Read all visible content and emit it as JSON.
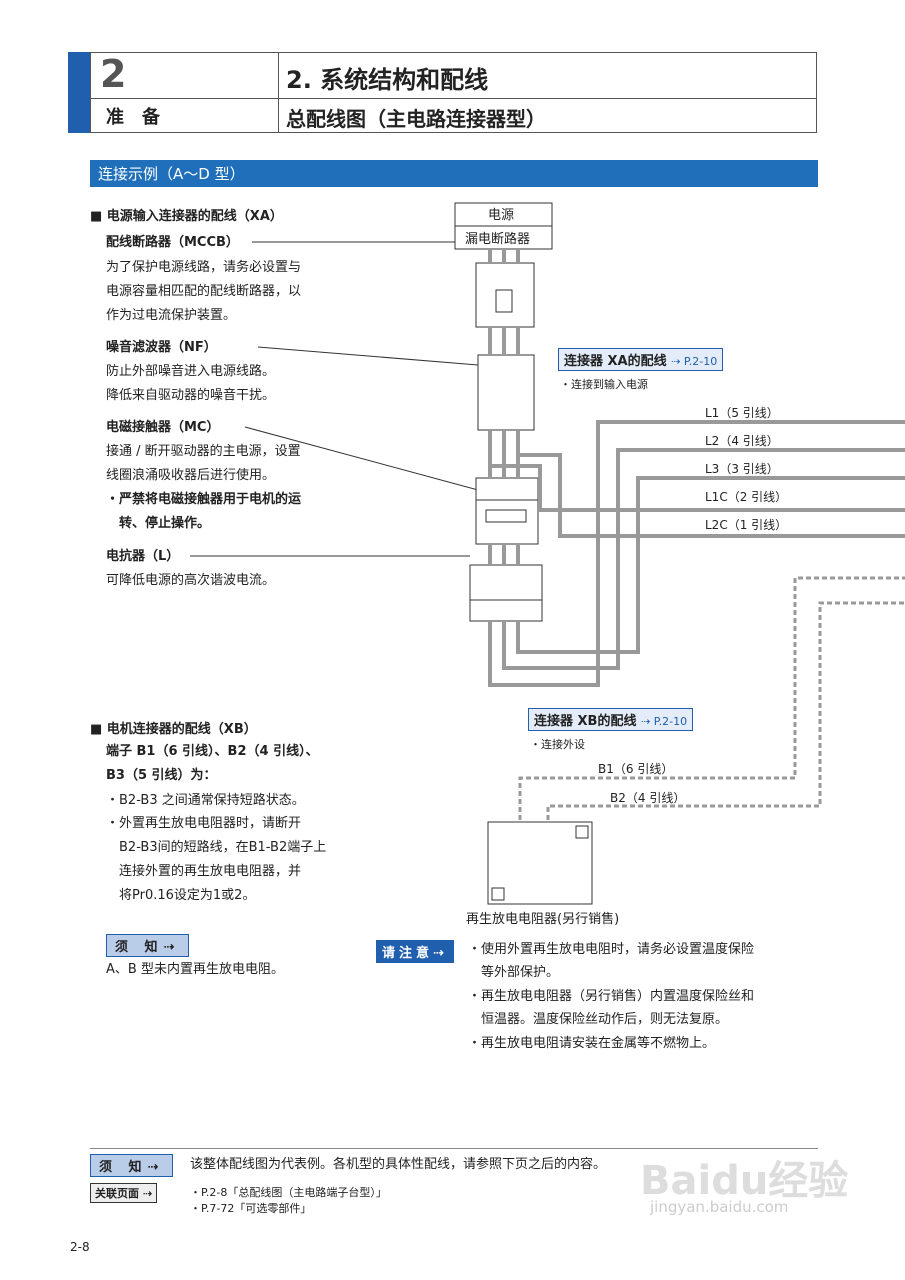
{
  "header": {
    "chapter_num": "2",
    "chapter_name": "准备",
    "section_title": "2. 系统结构和配线",
    "section_subtitle": "总配线图（主电路连接器型）"
  },
  "band_title": "连接示例（A～D 型）",
  "xa": {
    "heading": "■ 电源输入连接器的配线（XA）",
    "mccb_title": "配线断路器（MCCB）",
    "mccb_lines": [
      "为了保护电源线路，请务必设置与",
      "电源容量相匹配的配线断路器，以",
      "作为过电流保护装置。"
    ],
    "nf_title": "噪音滤波器（NF）",
    "nf_lines": [
      "防止外部噪音进入电源线路。",
      "降低来自驱动器的噪音干扰。"
    ],
    "mc_title": "电磁接触器（MC）",
    "mc_lines": [
      "接通 / 断开驱动器的主电源，设置",
      "线圈浪涌吸收器后进行使用。"
    ],
    "mc_warn": [
      "・严禁将电磁接触器用于电机的运",
      "　转、停止操作。"
    ],
    "l_title": "电抗器（L）",
    "l_lines": [
      "可降低电源的高次谐波电流。"
    ]
  },
  "power": {
    "line1": "电源",
    "line2": "漏电断路器"
  },
  "xa_tag": {
    "label": "连接器 XA的配线",
    "ref": "P.2-10",
    "note": "・连接到输入电源"
  },
  "wires": [
    "L1（5 引线）",
    "L2（4 引线）",
    "L3（3 引线）",
    "L1C（2 引线）",
    "L2C（1 引线）"
  ],
  "xb": {
    "heading": "■ 电机连接器的配线（XB）",
    "line1": "端子 B1（6 引线）、B2（4 引线）、",
    "line2": "B3（5 引线）为：",
    "bullets": [
      "・B2-B3 之间通常保持短路状态。",
      "・外置再生放电电阻器时，请断开",
      "　B2-B3间的短路线，在B1-B2端子上",
      "　连接外置的再生放电电阻器，并",
      "　将Pr0.16设定为1或2。"
    ]
  },
  "xb_tag": {
    "label": "连接器 XB的配线",
    "ref": "P.2-10",
    "note": "・连接外设"
  },
  "b_wires": [
    "B1（6 引线）",
    "B2（4 引线）"
  ],
  "resistor_label": "再生放电电阻器(另行销售)",
  "notice1": {
    "btn": "须 知",
    "text": "A、B 型未内置再生放电电阻。"
  },
  "caution": {
    "btn": "请注意",
    "lines": [
      "・使用外置再生放电电阻时，请务必设置温度保险",
      "　等外部保护。",
      "・再生放电电阻器（另行销售）内置温度保险丝和",
      "　恒温器。温度保险丝动作后，则无法复原。",
      "・再生放电电阻请安装在金属等不燃物上。"
    ]
  },
  "footer": {
    "notice_btn": "须 知",
    "notice_text": "该整体配线图为代表例。各机型的具体性配线，请参照下页之后的内容。",
    "related_btn": "关联页面",
    "related": [
      "・P.2-8「总配线图（主电路端子台型）」",
      "・P.7-72「可选零部件」"
    ],
    "page": "2-8"
  },
  "watermark": {
    "main": "Baidu经验",
    "sub": "jingyan.baidu.com"
  }
}
